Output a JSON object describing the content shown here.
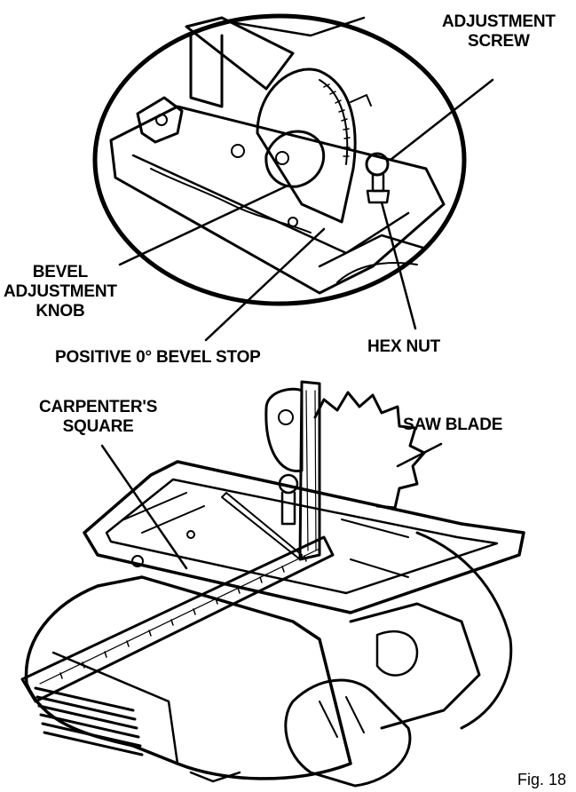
{
  "labels": {
    "adjustment_screw": [
      "ADJUSTMENT",
      "SCREW"
    ],
    "bevel_adjustment_knob": [
      "BEVEL",
      "ADJUSTMENT",
      "KNOB"
    ],
    "positive_bevel_stop": "POSITIVE 0° BEVEL STOP",
    "hex_nut": "HEX NUT",
    "carpenters_square": [
      "CARPENTER'S",
      "SQUARE"
    ],
    "saw_blade": "SAW BLADE"
  },
  "figure_number": "Fig. 18"
}
